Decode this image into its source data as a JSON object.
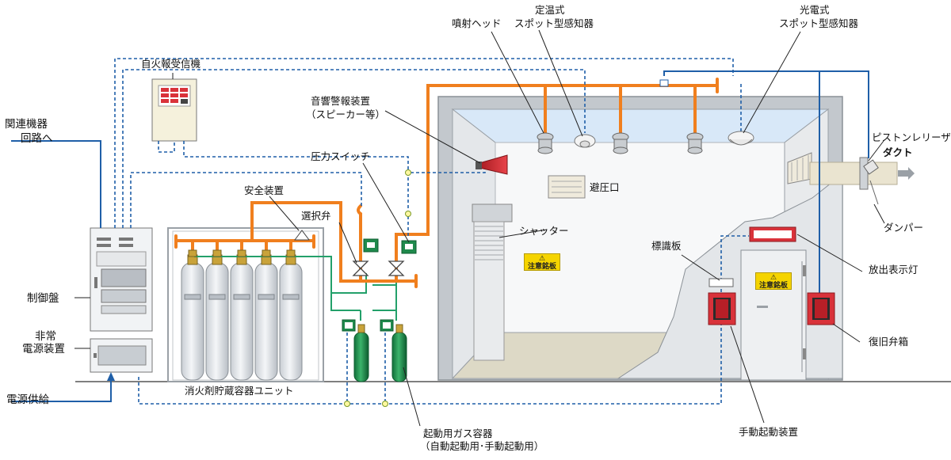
{
  "labels": {
    "fire_alarm_receiver": "自火報受信機",
    "related_equipment": [
      "関連機器",
      "回路へ"
    ],
    "control_panel": "制御盤",
    "emergency_power": [
      "非常",
      "電源装置"
    ],
    "power_supply": "電源供給",
    "storage_unit": "消火剤貯蔵容器ユニット",
    "safety_device": "安全装置",
    "selector_valve": "選択弁",
    "pressure_switch": "圧力スイッチ",
    "sound_alarm": [
      "音響警報装置",
      "（スピーカー等）"
    ],
    "nozzle": "噴射ヘッド",
    "heat_detector": [
      "定温式",
      "スポット型感知器"
    ],
    "smoke_detector": [
      "光電式",
      "スポット型感知器"
    ],
    "pressure_vent": "避圧口",
    "shutter": "シャッター",
    "piston_releaser": "ピストンレリーザ",
    "duct": "ダクト",
    "damper": "ダンパー",
    "sign_board": "標識板",
    "discharge_lamp": "放出表示灯",
    "reset_valve_box": "復旧弁箱",
    "manual_start": "手動起動装置",
    "start_gas_cylinder": [
      "起動用ガス容器",
      "（自動起動用･手動起動用）"
    ],
    "caution_plate": "注意銘板",
    "warning_mark": "⚠"
  },
  "colors": {
    "pipe_orange": "#f07f1e",
    "signal_blue": "#1f5fa8",
    "cylinder_gray": "#dfe2e6",
    "start_cylinder_green": "#1f8a4c",
    "manual_box_red": "#d9323a",
    "room_wall": "#c9ced3",
    "ceiling_blue": "#d8e8f8"
  }
}
